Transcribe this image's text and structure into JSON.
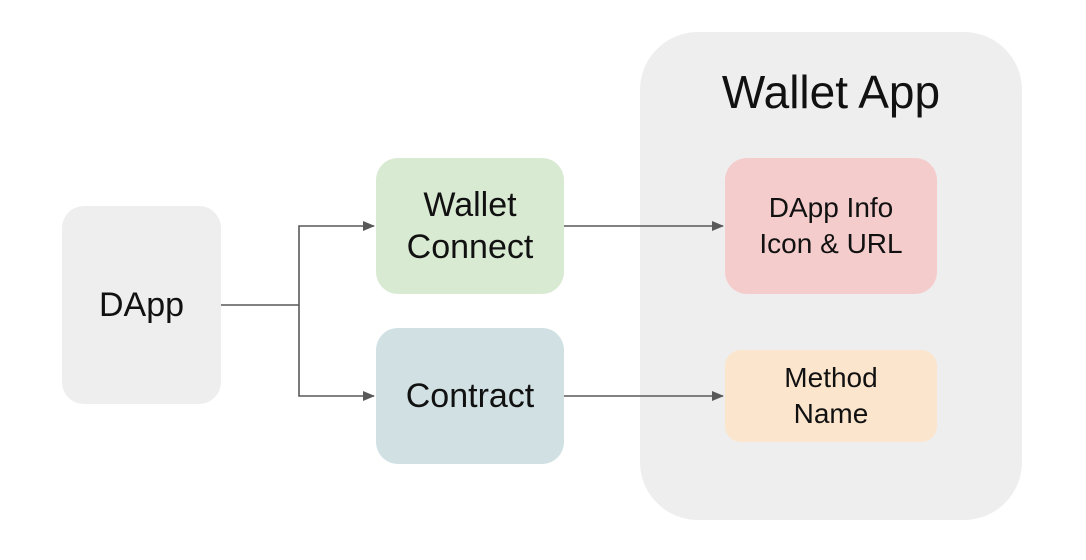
{
  "colors": {
    "wallet_app_bg": "#eeeeee",
    "dapp_bg": "#eeeeee",
    "wallet_connect_bg": "#d9ead3",
    "contract_bg": "#d0e0e3",
    "dapp_info_bg": "#f4cccc",
    "method_name_bg": "#fce5cd",
    "connector": "#595959"
  },
  "nodes": {
    "dapp": {
      "label": "DApp"
    },
    "wallet_connect": {
      "line1": "Wallet",
      "line2": "Connect"
    },
    "contract": {
      "label": "Contract"
    },
    "wallet_app": {
      "title": "Wallet App"
    },
    "dapp_info": {
      "line1": "DApp Info",
      "line2": "Icon & URL"
    },
    "method_name": {
      "line1": "Method",
      "line2": "Name"
    }
  },
  "edges": [
    {
      "from": "dapp",
      "to": "wallet_connect"
    },
    {
      "from": "dapp",
      "to": "contract"
    },
    {
      "from": "wallet_connect",
      "to": "dapp_info"
    },
    {
      "from": "contract",
      "to": "method_name"
    }
  ]
}
